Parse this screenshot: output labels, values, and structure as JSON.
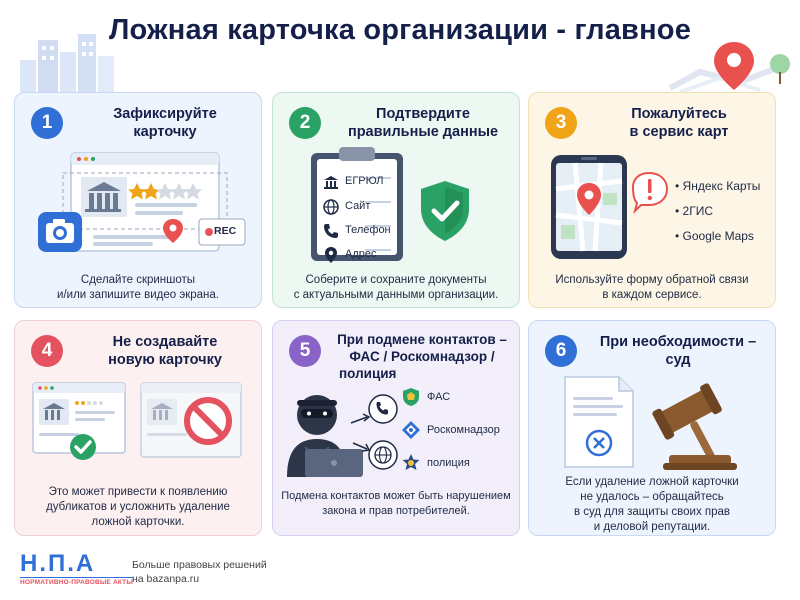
{
  "title": "Ложная карточка организации - главное",
  "cards": [
    {
      "number": "1",
      "heading_line1": "Зафиксируйте",
      "heading_line2": "карточку",
      "rec_label": "REC",
      "desc_line1": "Сделайте скриншоты",
      "desc_line2": "и/или запишите видео экрана."
    },
    {
      "number": "2",
      "heading_line1": "Подтвердите",
      "heading_line2": "правильные данные",
      "checklist": [
        "ЕГРЮЛ",
        "Сайт",
        "Телефон",
        "Адрес"
      ],
      "desc_line1": "Соберите и сохраните документы",
      "desc_line2": "с актуальными данными организации."
    },
    {
      "number": "3",
      "heading_line1": "Пожалуйтесь",
      "heading_line2": "в сервис карт",
      "services": [
        "Яндекс Карты",
        "2ГИС",
        "Google Maps"
      ],
      "desc_line1": "Используйте форму обратной связи",
      "desc_line2": "в каждом сервисе."
    },
    {
      "number": "4",
      "heading_line1": "Не создавайте",
      "heading_line2": "новую карточку",
      "desc_line1": "Это может привести к появлению",
      "desc_line2": "дубликатов и усложнить удаление",
      "desc_line3": "ложной карточки."
    },
    {
      "number": "5",
      "heading_line1": "При подмене контактов –",
      "heading_line2": "ФАС / Роскомнадзор /",
      "heading_line3": "полиция",
      "agencies": [
        "ФАС",
        "Роскомнадзор",
        "полиция"
      ],
      "desc_line1": "Подмена контактов может быть нарушением",
      "desc_line2": "закона и прав потребителей."
    },
    {
      "number": "6",
      "heading_line1": "При необходимости –",
      "heading_line2": "суд",
      "desc_line1": "Если удаление ложной карточки",
      "desc_line2": "не удалось – обращайтесь",
      "desc_line3": "в суд для защиты своих прав",
      "desc_line4": "и деловой репутации."
    }
  ],
  "footer": {
    "logo_text": "Н.П.А",
    "logo_subtitle": "НОРМАТИВНО-ПРАВОВЫЕ АКТЫ",
    "line1": "Больше правовых решений",
    "line2": "на bazanpa.ru"
  },
  "colors": {
    "title": "#15204a",
    "blue": "#2f6fd6",
    "green": "#2aa266",
    "yellow": "#f0a417",
    "red": "#e4525f",
    "purple": "#8a63c9"
  }
}
